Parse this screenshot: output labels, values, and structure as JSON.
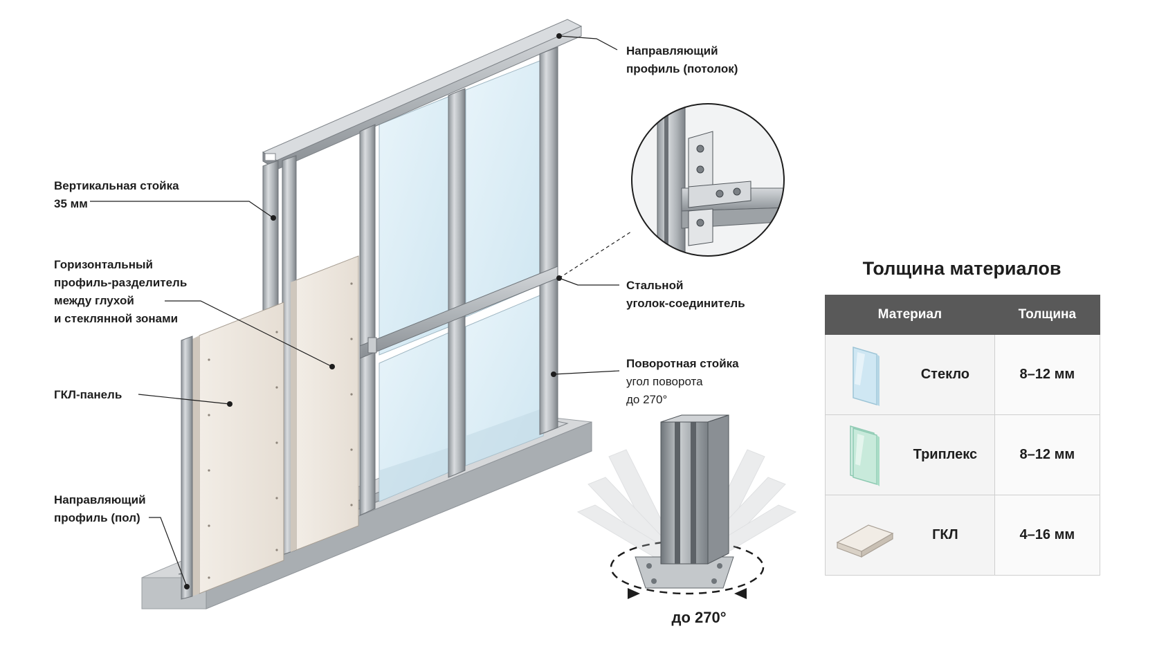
{
  "labels": {
    "top_track": [
      "Направляющий",
      "профиль (потолок)"
    ],
    "vertical_stud": [
      "Вертикальная стойка",
      "35 мм"
    ],
    "horizontal_divider": [
      "Горизонтальный",
      "профиль-разделитель",
      "между глухой",
      "и стеклянной зонами"
    ],
    "gkl_panel": [
      "ГКЛ-панель"
    ],
    "bottom_track": [
      "Направляющий",
      "профиль (пол)"
    ],
    "steel_bracket": [
      "Стальной",
      "уголок-соединитель"
    ],
    "rotating_post": {
      "title": "Поворотная стойка",
      "subtitle": [
        "угол поворота",
        "до 270°"
      ]
    },
    "rotation_caption": "до 270°"
  },
  "table": {
    "title": "Толщина материалов",
    "headers": [
      "Материал",
      "Толщина"
    ],
    "rows": [
      {
        "material": "Стекло",
        "thickness": "8–12 мм",
        "icon": "glass-sheet-icon"
      },
      {
        "material": "Триплекс",
        "thickness": "8–12 мм",
        "icon": "triplex-sheet-icon"
      },
      {
        "material": "ГКЛ",
        "thickness": "4–16 мм",
        "icon": "gypsum-board-icon"
      }
    ]
  },
  "colors": {
    "header_bg": "#595959",
    "metal": "#b8bcc0",
    "glass": "#dceef6",
    "gypsum": "#efe9e1"
  }
}
